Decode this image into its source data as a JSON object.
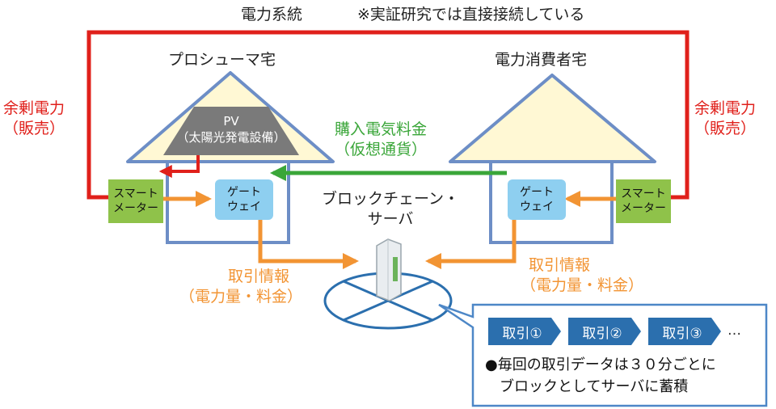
{
  "top": {
    "grid_label": "電力系統",
    "note": "※実証研究では直接接続している"
  },
  "prosumer": {
    "title": "プロシューマ宅",
    "pv_line1": "PV",
    "pv_line2": "（太陽光発電設備）",
    "meter_line1": "スマート",
    "meter_line2": "メーター",
    "gateway_line1": "ゲート",
    "gateway_line2": "ウェイ"
  },
  "consumer": {
    "title": "電力消費者宅",
    "meter_line1": "スマート",
    "meter_line2": "メーター",
    "gateway_line1": "ゲート",
    "gateway_line2": "ウェイ"
  },
  "surplus_left": {
    "line1": "余剰電力",
    "line2": "（販売）"
  },
  "surplus_right": {
    "line1": "余剰電力",
    "line2": "（販売）"
  },
  "purchase": {
    "line1": "購入電気料金",
    "line2": "（仮想通貨）"
  },
  "server": {
    "line1": "ブロックチェーン・",
    "line2": "サーバ"
  },
  "trade_left": {
    "line1": "取引情報",
    "line2": "（電力量・料金）"
  },
  "trade_right": {
    "line1": "取引情報",
    "line2": "（電力量・料金）"
  },
  "callout": {
    "chips": [
      "取引①",
      "取引②",
      "取引③"
    ],
    "ellipsis": "…",
    "line1": "●毎回の取引データは３０分ごとに",
    "line2": "ブロックとしてサーバに蓄積"
  },
  "colors": {
    "red": "#e0201b",
    "green": "#3aa639",
    "orange": "#f29433",
    "blue": "#2b6fae",
    "roof": "#fff8d4",
    "meter": "#8fc24a",
    "gateway": "#8ecff0"
  }
}
